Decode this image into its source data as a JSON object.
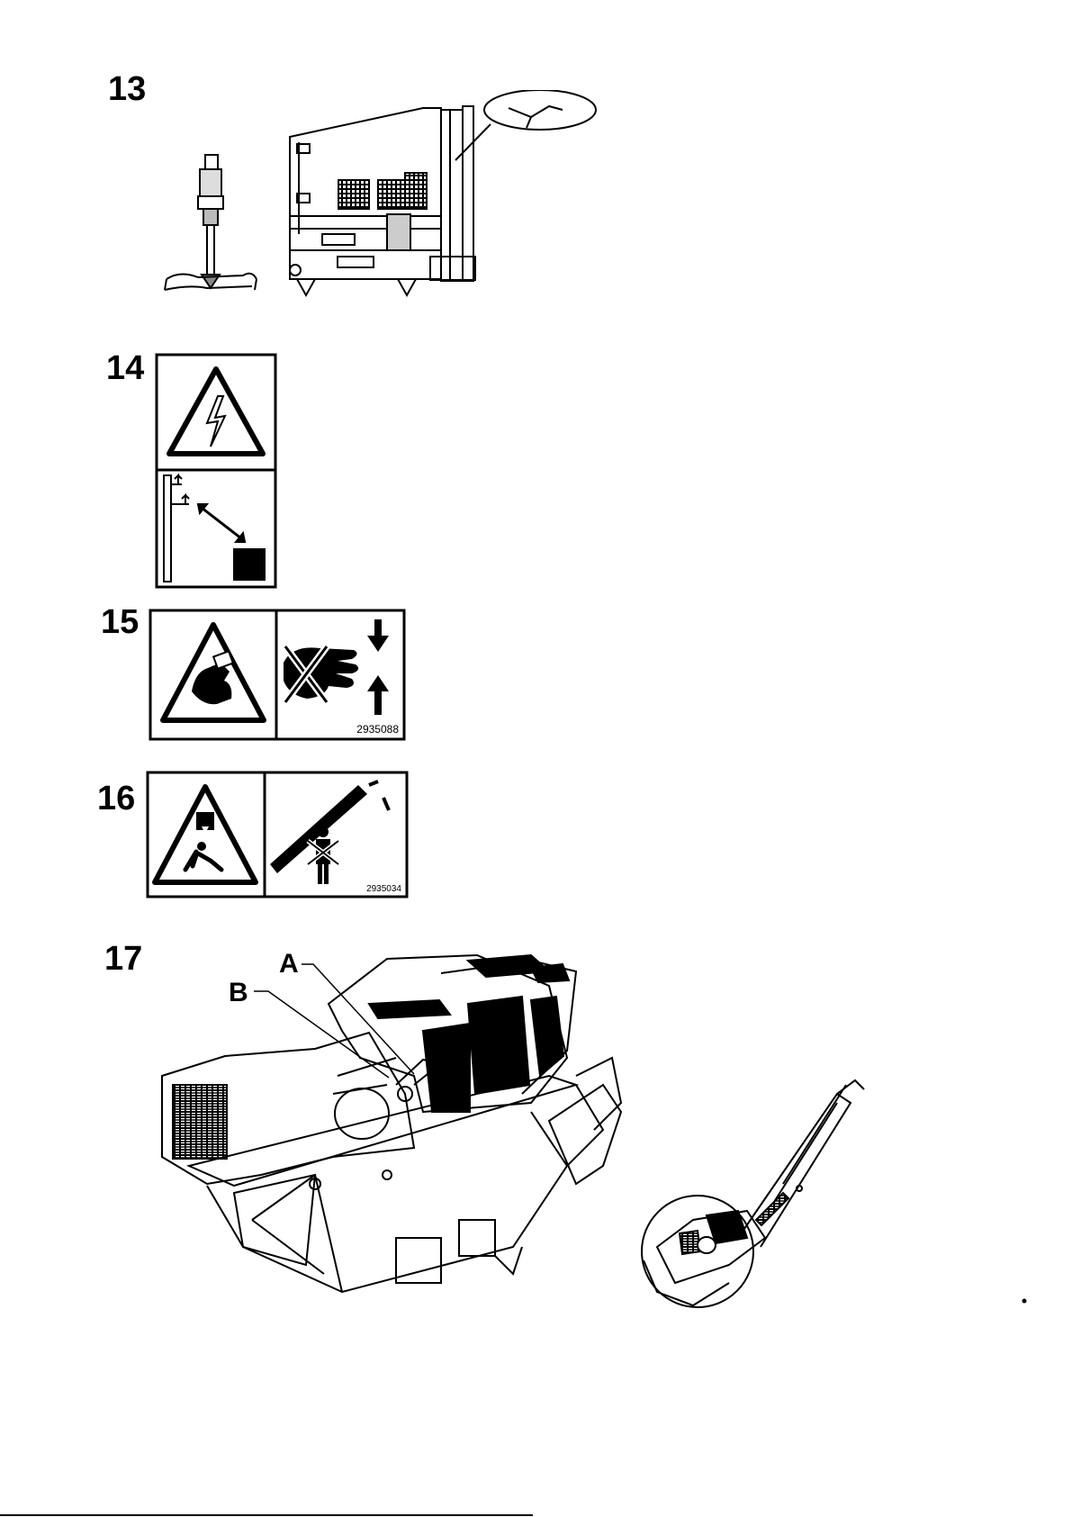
{
  "figures": {
    "f13": {
      "number": "13"
    },
    "f14": {
      "number": "14"
    },
    "f15": {
      "number": "15",
      "code": "2935088"
    },
    "f16": {
      "number": "16",
      "code": "2935034"
    },
    "f17": {
      "number": "17",
      "label_a": "A",
      "label_b": "B"
    }
  },
  "icons": {
    "f14": [
      "electric-shock-warning-icon",
      "overhead-line-clearance-icon"
    ],
    "f15": [
      "hand-crush-warning-icon",
      "no-hands-crush-zone-icon"
    ],
    "f16": [
      "falling-load-warning-icon",
      "keep-clear-under-boom-icon"
    ]
  }
}
